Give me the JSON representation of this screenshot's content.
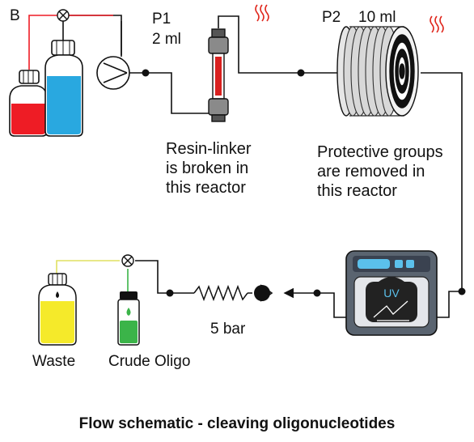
{
  "bottle_b": {
    "label": "B",
    "liquid_color": "#ee1c25"
  },
  "bottle_a": {
    "liquid_color": "#29a8e0"
  },
  "reactor_1": {
    "label": "P1",
    "volume": "2 ml",
    "resin_color": "#d9201f"
  },
  "reactor_2": {
    "label": "P2",
    "volume": "10 ml"
  },
  "heat_color": "#e0281e",
  "desc_1": "Resin-linker\nis broken in\nthis reactor",
  "desc_2": "Protective groups\nare removed in\nthis reactor",
  "uv_detector": {
    "label": "UV",
    "display_color": "#5bc0eb"
  },
  "back_pressure": "5 bar",
  "waste_bottle": {
    "label": "Waste",
    "liquid_color": "#f5ea2a",
    "line_color": "#e0e060"
  },
  "crude_vial": {
    "label": "Crude Oligo",
    "liquid_color": "#3bb449",
    "line_color": "#3bb449"
  },
  "caption": "Flow schematic - cleaving oligonucleotides"
}
